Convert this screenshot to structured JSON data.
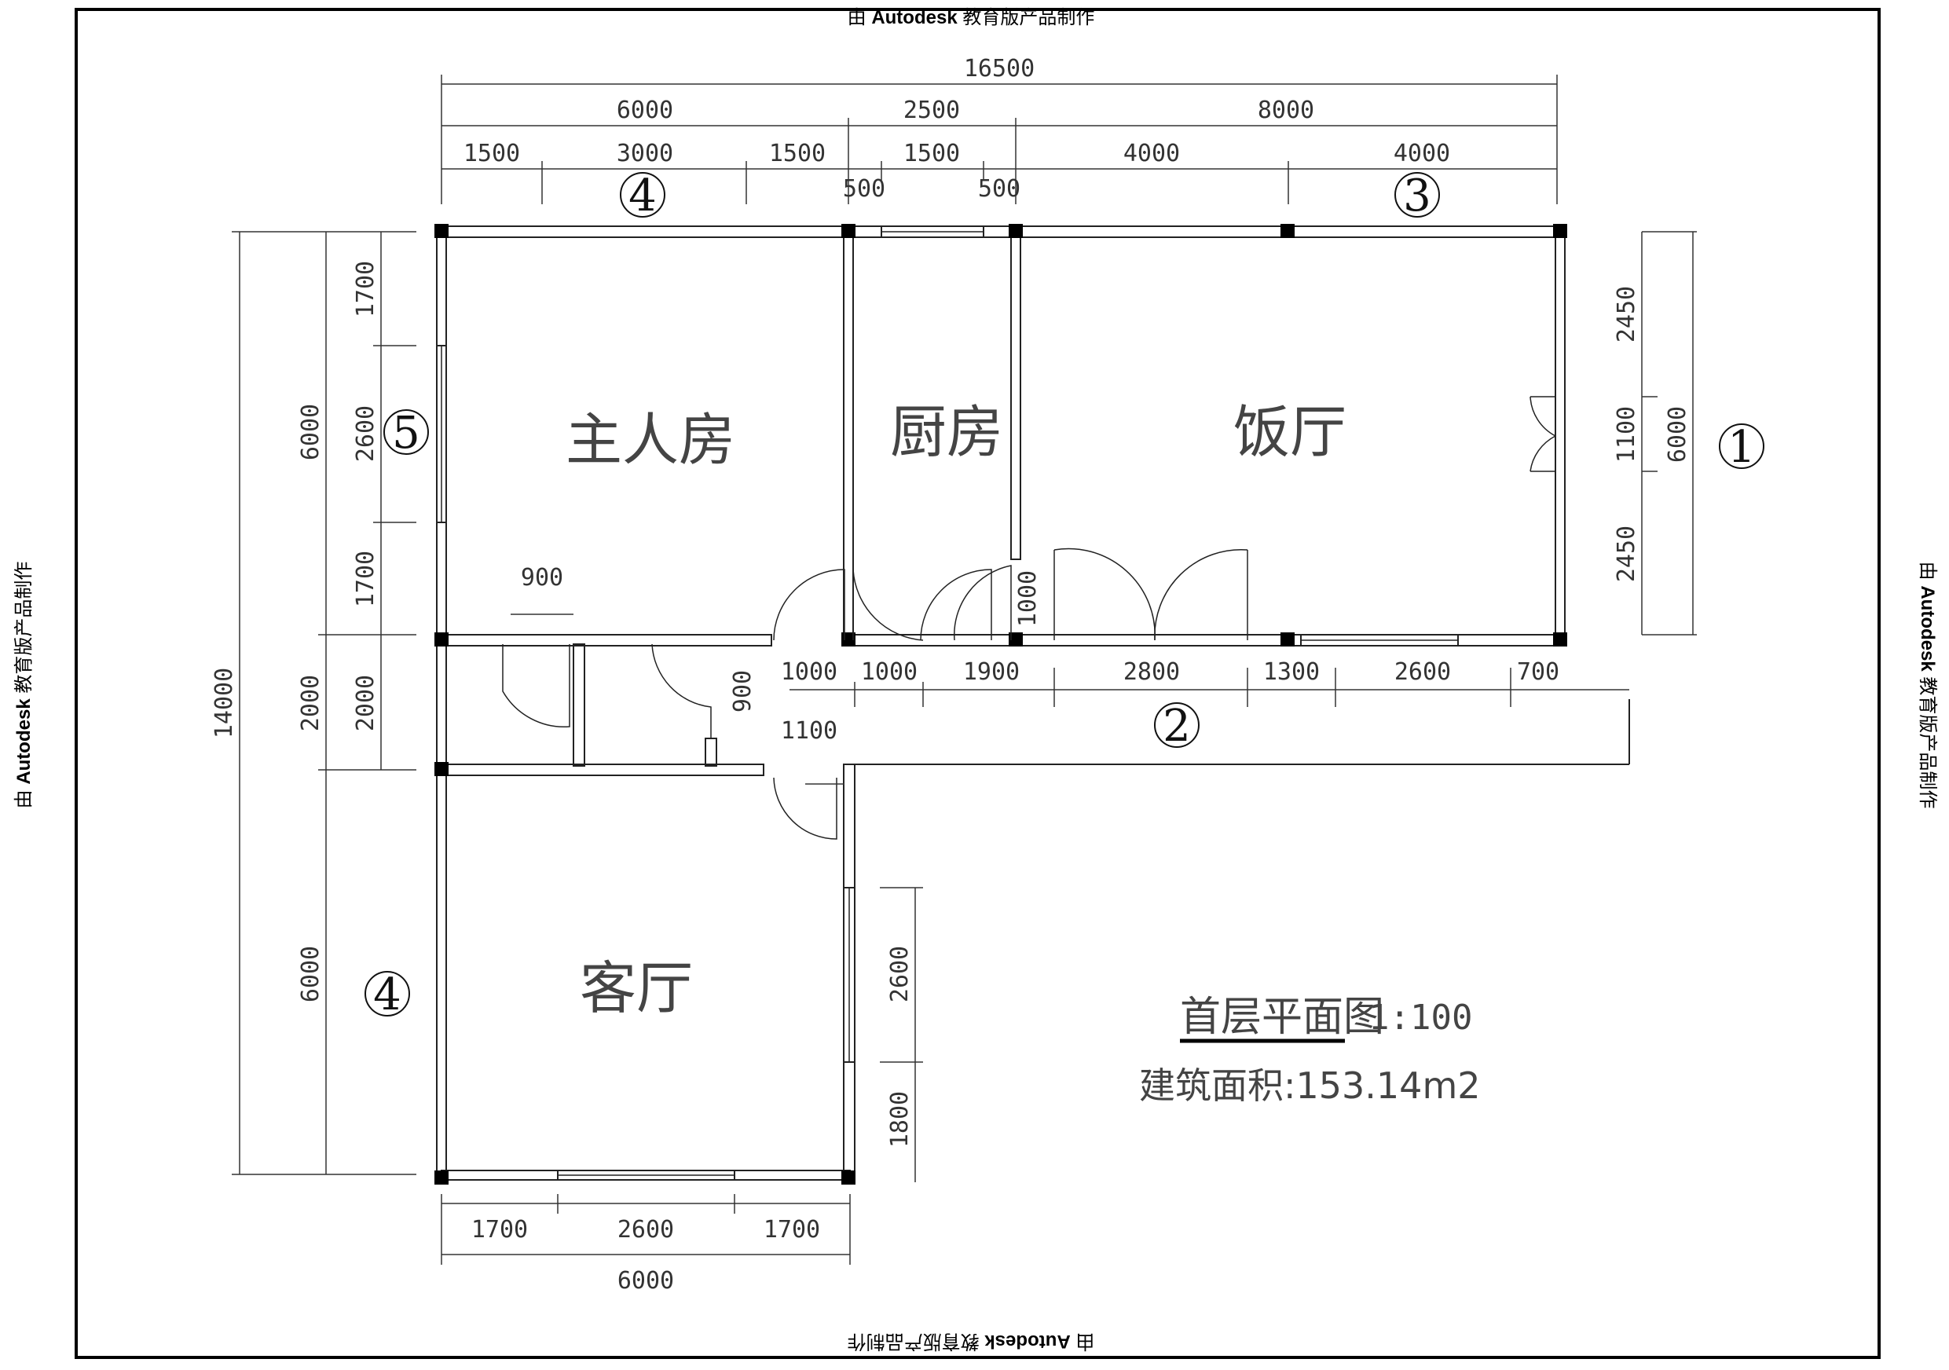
{
  "watermark": {
    "prefix": "由",
    "brand": "Autodesk",
    "suffix": "教育版产品制作"
  },
  "rooms": {
    "master_bedroom": "主人房",
    "kitchen": "厨房",
    "dining": "饭厅",
    "living": "客厅"
  },
  "axes": {
    "a1": "1",
    "a2": "2",
    "a3": "3",
    "a4_top": "4",
    "a4_left": "4",
    "a5": "5"
  },
  "title": {
    "name": "首层平面图",
    "scale": "1:100",
    "area": "建筑面积:153.14m2"
  },
  "dims": {
    "top_total": "16500",
    "top_mid": [
      "6000",
      "2500",
      "8000"
    ],
    "top_sub": [
      "1500",
      "3000",
      "1500",
      "1500",
      "4000",
      "4000"
    ],
    "top_small": [
      "500",
      "500"
    ],
    "left_total": "14000",
    "left_mid": [
      "6000",
      "2000",
      "6000"
    ],
    "left_sub": [
      "1700",
      "2600",
      "1700",
      "2000"
    ],
    "right": [
      "2450",
      "1100",
      "2450",
      "6000"
    ],
    "corridor": [
      "1000",
      "1000",
      "1900",
      "2800",
      "1300",
      "2600",
      "700"
    ],
    "door_900_a": "900",
    "door_900_b": "900",
    "door_1000": "1000",
    "door_1100": "1100",
    "living_right": [
      "2600",
      "1800"
    ],
    "bottom_sub": [
      "1700",
      "2600",
      "1700"
    ],
    "bottom_total": "6000"
  }
}
